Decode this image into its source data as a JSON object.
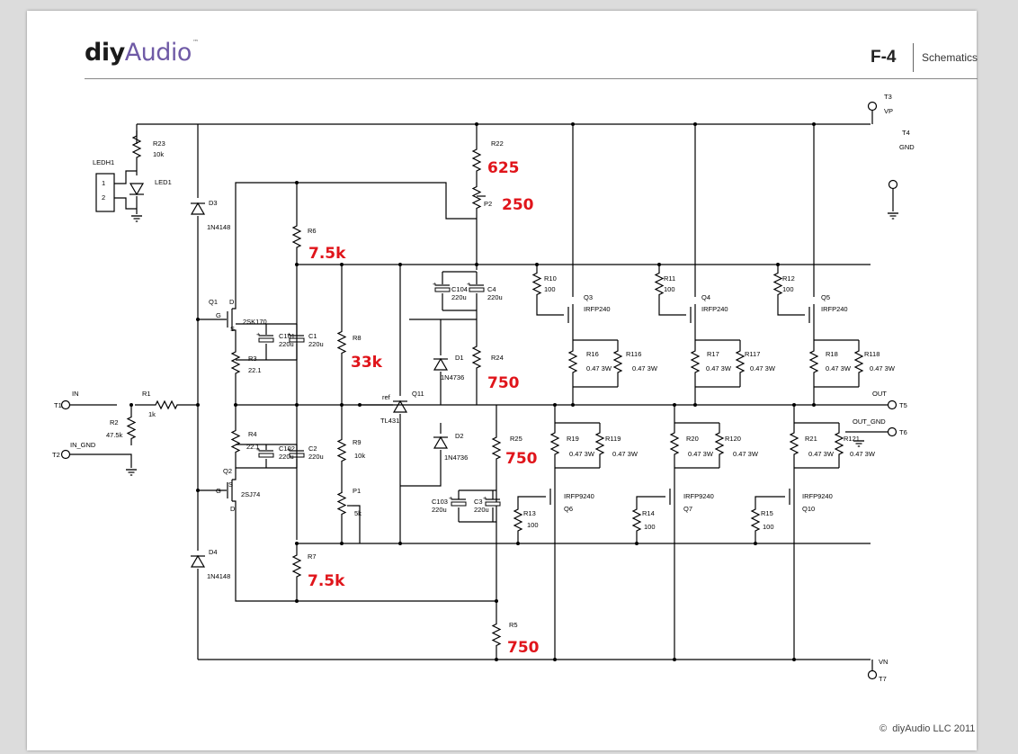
{
  "header": {
    "brand_prefix": "diy",
    "brand_suffix": "Audio",
    "trademark": "™",
    "doc_id": "F-4",
    "doc_title": "Schematics"
  },
  "footer": {
    "copyright_symbol": "©",
    "copyright_text": "diyAudio LLC 2011"
  },
  "terminals": {
    "t3": "T3",
    "vp": "VP",
    "t4": "T4",
    "gnd": "GND",
    "t1": "T1",
    "in": "IN",
    "t2": "T2",
    "in_gnd": "IN_GND",
    "out": "OUT",
    "t5": "T5",
    "out_gnd": "OUT_GND",
    "t6": "T6",
    "vn": "VN",
    "t7": "T7"
  },
  "components": {
    "r23": "R23",
    "r23v": "10k",
    "ledh1": "LEDH1",
    "pin1": "1",
    "pin2": "2",
    "led1": "LED1",
    "d3": "D3",
    "d3v": "1N4148",
    "d4": "D4",
    "d4v": "1N4148",
    "q1": "Q1",
    "q1v": "2SK170",
    "q2": "Q2",
    "q2v": "2SJ74",
    "g": "G",
    "d": "D",
    "s": "S",
    "r1": "R1",
    "r1v": "1k",
    "r2": "R2",
    "r2v": "47.5k",
    "r3": "R3",
    "r3v": "22.1",
    "r4": "R4",
    "r4v": "22.1",
    "c101": "C101",
    "c101v": "220u",
    "c1": "C1",
    "c1v": "220u",
    "c102": "C102",
    "c102v": "220u",
    "c2": "C2",
    "c2v": "220u",
    "r6": "R6",
    "r7": "R7",
    "r8": "R8",
    "r9": "R9",
    "r9v": "10k",
    "p1": "P1",
    "p1v": "5k",
    "q11": "Q11",
    "q11v": "TL431",
    "ref": "ref",
    "r22": "R22",
    "p2": "P2",
    "c104": "C104",
    "c104v": "220u",
    "c4": "C4",
    "c4v": "220u",
    "d1": "D1",
    "d1v": "1N4736",
    "d2": "D2",
    "d2v": "1N4736",
    "r24": "R24",
    "r25": "R25",
    "r5": "R5",
    "c103": "C103",
    "c103v": "220u",
    "c3": "C3",
    "c3v": "220u",
    "r10": "R10",
    "r10v": "100",
    "r11": "R11",
    "r11v": "100",
    "r12": "R12",
    "r12v": "100",
    "q3": "Q3",
    "q3v": "IRFP240",
    "q4": "Q4",
    "q4v": "IRFP240",
    "q5": "Q5",
    "q5v": "IRFP240",
    "r16": "R16",
    "r16v": "0.47 3W",
    "r116": "R116",
    "r116v": "0.47 3W",
    "r17": "R17",
    "r17v": "0.47 3W",
    "r117": "R117",
    "r117v": "0.47 3W",
    "r18": "R18",
    "r18v": "0.47 3W",
    "r118": "R118",
    "r118v": "0.47 3W",
    "r19": "R19",
    "r19v": "0.47 3W",
    "r119": "R119",
    "r119v": "0.47 3W",
    "r20": "R20",
    "r20v": "0.47 3W",
    "r120": "R120",
    "r120v": "0.47 3W",
    "r21": "R21",
    "r21v": "0.47 3W",
    "r121": "R121",
    "r121v": "0.47 3W",
    "q6": "Q6",
    "q6v": "IRFP9240",
    "q7": "Q7",
    "q7v": "IRFP9240",
    "q10": "Q10",
    "q10v": "IRFP9240",
    "r13": "R13",
    "r13v": "100",
    "r14": "R14",
    "r14v": "100",
    "r15": "R15",
    "r15v": "100"
  },
  "annotations": {
    "r22": "625",
    "p2": "250",
    "r6": "7.5k",
    "r8": "33k",
    "r24": "750",
    "r25": "750",
    "r7": "7.5k",
    "r5": "750"
  },
  "colors": {
    "annotation": "#e0151b",
    "brand": "#6f5aa6"
  }
}
